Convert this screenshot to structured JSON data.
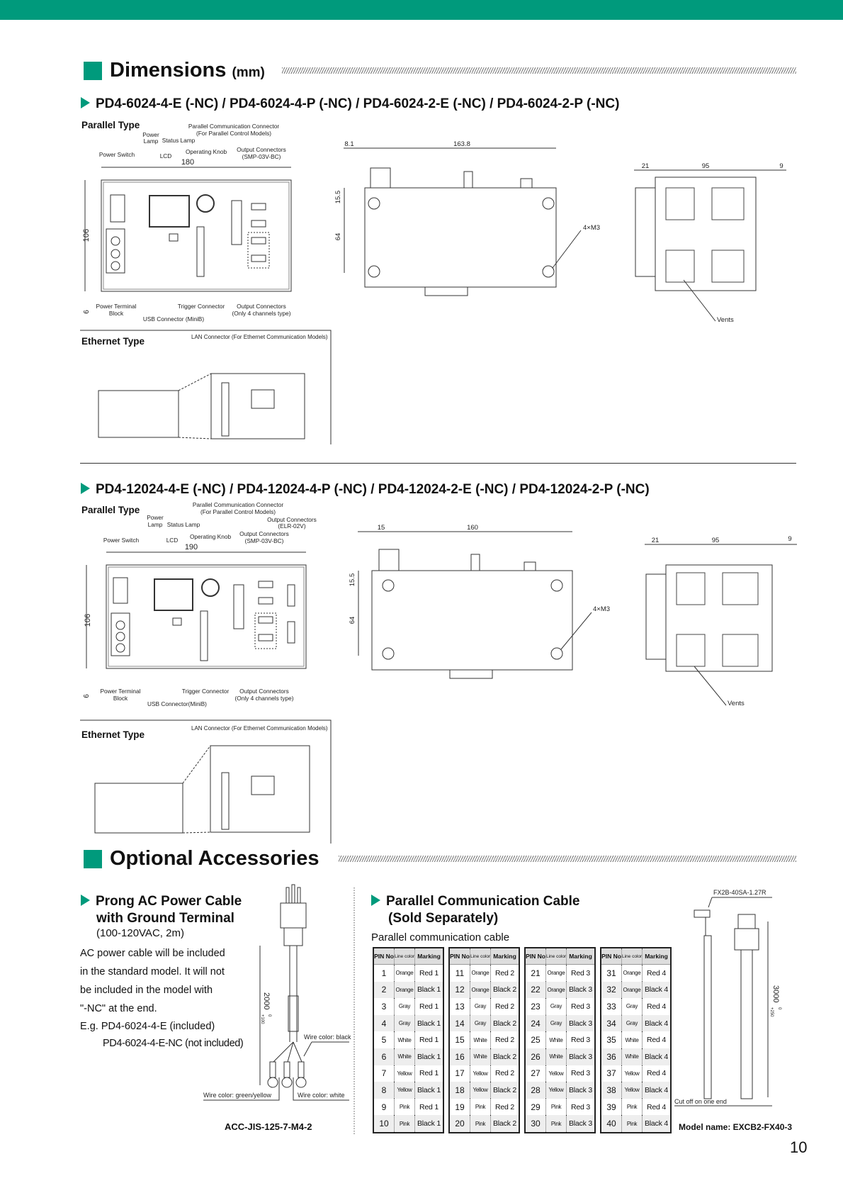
{
  "colors": {
    "brand": "#009a7c"
  },
  "dimensions": {
    "title": "Dimensions",
    "unit": "(mm)",
    "model1": {
      "heading": "PD4-6024-4-E (-NC) / PD4-6024-4-P (-NC) / PD4-6024-2-E (-NC) / PD4-6024-2-P (-NC)",
      "parallel_type": "Parallel Type",
      "labels": {
        "par_conn": "Parallel Communication Connector",
        "par_conn2": "(For Parallel Control Models)",
        "power_lamp1": "Power",
        "power_lamp2": "Lamp",
        "status_lamp": "Status Lamp",
        "power_switch": "Power Switch",
        "lcd": "LCD",
        "knob": "Operating Knob",
        "out_conn": "Output Connectors",
        "out_conn2": "(SMP-03V-BC)",
        "terminal1": "Power Terminal",
        "terminal2": "Block",
        "usb": "USB Connector (MiniB)",
        "trigger": "Trigger Connector",
        "out4": "Output Connectors",
        "out4b": "(Only 4 channels type)",
        "width": "180",
        "height": "106",
        "foot": "6"
      },
      "top": {
        "d1": "8.1",
        "d2": "163.8",
        "d3": "15.5",
        "d4": "64",
        "screws": "4×M3"
      },
      "side": {
        "d1": "21",
        "d2": "95",
        "d3": "9",
        "vents": "Vents"
      },
      "ethernet_type": "Ethernet Type",
      "lan": "LAN Connector (For Ethernet Communication Models)"
    },
    "model2": {
      "heading": "PD4-12024-4-E (-NC) / PD4-12024-4-P (-NC) / PD4-12024-2-E (-NC) / PD4-12024-2-P (-NC)",
      "parallel_type": "Parallel Type",
      "labels": {
        "par_conn": "Parallel Communication Connector",
        "par_conn2": "(For Parallel Control Models)",
        "power_lamp1": "Power",
        "power_lamp2": "Lamp",
        "status_lamp": "Status Lamp",
        "power_switch": "Power Switch",
        "lcd": "LCD",
        "knob": "Operating Knob",
        "out_conn": "Output Connectors",
        "out_conn2": "(SMP-03V-BC)",
        "elr1": "Output Connectors",
        "elr2": "(ELR-02V)",
        "terminal1": "Power Terminal",
        "terminal2": "Block",
        "usb": "USB Connector(MiniB)",
        "trigger": "Trigger Connector",
        "out4": "Output Connectors",
        "out4b": "(Only 4 channels type)",
        "width": "190",
        "height": "106",
        "foot": "6"
      },
      "top": {
        "d1": "15",
        "d2": "160",
        "d3": "15.5",
        "d4": "64",
        "screws": "4×M3"
      },
      "side": {
        "d1": "21",
        "d2": "95",
        "d3": "9",
        "vents": "Vents"
      },
      "ethernet_type": "Ethernet Type",
      "lan": "LAN Connector (For Ethernet Communication Models)"
    }
  },
  "accessories": {
    "title": "Optional Accessories",
    "prong": {
      "heading1": "Prong AC Power Cable",
      "heading2": "with Ground Terminal",
      "spec": "(100-120VAC, 2m)",
      "lines": [
        "AC power cable will be included",
        "in the standard model. It will not",
        "be included in the model with",
        "\"-NC\" at the end.",
        "E.g. PD4-6024-4-E (included)",
        "PD4-6024-4-E-NC (not included)"
      ],
      "length": "2000",
      "tol": "+100",
      "tol0": "0",
      "wire_black": "Wire color: black",
      "wire_gy": "Wire color: green/yellow",
      "wire_white": "Wire color: white",
      "model": "ACC-JIS-125-7-M4-2"
    },
    "parallel": {
      "heading1": "Parallel Communication Cable",
      "heading2": "(Sold Separately)",
      "caption": "Parallel communication cable",
      "headers": [
        "PIN No",
        "Line color",
        "Marking"
      ],
      "tables": [
        [
          [
            "1",
            "Orange",
            "Red 1"
          ],
          [
            "2",
            "Orange",
            "Black 1"
          ],
          [
            "3",
            "Gray",
            "Red 1"
          ],
          [
            "4",
            "Gray",
            "Black 1"
          ],
          [
            "5",
            "White",
            "Red 1"
          ],
          [
            "6",
            "White",
            "Black 1"
          ],
          [
            "7",
            "Yellow",
            "Red 1"
          ],
          [
            "8",
            "Yellow",
            "Black 1"
          ],
          [
            "9",
            "Pink",
            "Red 1"
          ],
          [
            "10",
            "Pink",
            "Black 1"
          ]
        ],
        [
          [
            "11",
            "Orange",
            "Red 2"
          ],
          [
            "12",
            "Orange",
            "Black 2"
          ],
          [
            "13",
            "Gray",
            "Red 2"
          ],
          [
            "14",
            "Gray",
            "Black 2"
          ],
          [
            "15",
            "White",
            "Red 2"
          ],
          [
            "16",
            "White",
            "Black 2"
          ],
          [
            "17",
            "Yellow",
            "Red 2"
          ],
          [
            "18",
            "Yellow",
            "Black 2"
          ],
          [
            "19",
            "Pink",
            "Red 2"
          ],
          [
            "20",
            "Pink",
            "Black 2"
          ]
        ],
        [
          [
            "21",
            "Orange",
            "Red 3"
          ],
          [
            "22",
            "Orange",
            "Black 3"
          ],
          [
            "23",
            "Gray",
            "Red 3"
          ],
          [
            "24",
            "Gray",
            "Black 3"
          ],
          [
            "25",
            "White",
            "Red 3"
          ],
          [
            "26",
            "White",
            "Black 3"
          ],
          [
            "27",
            "Yellow",
            "Red 3"
          ],
          [
            "28",
            "Yellow",
            "Black 3"
          ],
          [
            "29",
            "Pink",
            "Red 3"
          ],
          [
            "30",
            "Pink",
            "Black 3"
          ]
        ],
        [
          [
            "31",
            "Orange",
            "Red 4"
          ],
          [
            "32",
            "Orange",
            "Black 4"
          ],
          [
            "33",
            "Gray",
            "Red 4"
          ],
          [
            "34",
            "Gray",
            "Black 4"
          ],
          [
            "35",
            "White",
            "Red 4"
          ],
          [
            "36",
            "White",
            "Black 4"
          ],
          [
            "37",
            "Yellow",
            "Red 4"
          ],
          [
            "38",
            "Yellow",
            "Black 4"
          ],
          [
            "39",
            "Pink",
            "Red 4"
          ],
          [
            "40",
            "Pink",
            "Black 4"
          ]
        ]
      ],
      "connector": "FX2B-40SA-1.27R",
      "length": "3000",
      "tol": "+250",
      "tol0": "0",
      "cut": "Cut off on one end",
      "model": "Model name: EXCB2-FX40-3"
    }
  },
  "page_number": "10"
}
